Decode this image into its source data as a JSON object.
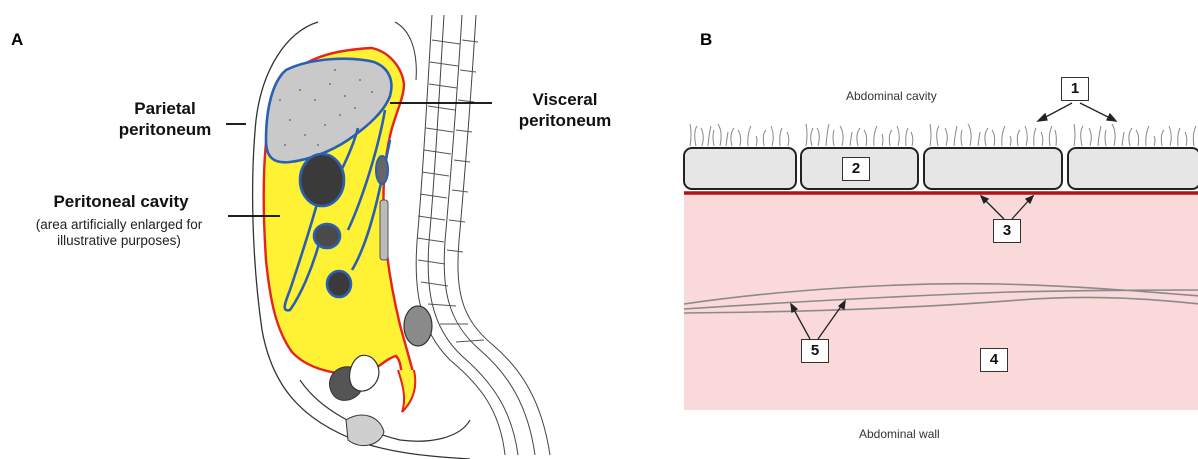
{
  "panel_a": {
    "letter": "A",
    "parietal": "Parietal\nperitoneum",
    "visceral": "Visceral\nperitoneum",
    "cavity_title": "Peritoneal cavity",
    "cavity_note": "(area artificially enlarged for\nillustrative purposes)",
    "colors": {
      "cavity_fill": "#fff234",
      "parietal_line": "#e8221c",
      "visceral_line": "#2b5fb3"
    }
  },
  "panel_b": {
    "letter": "B",
    "top_caption": "Abdominal cavity",
    "bottom_caption": "Abdominal wall",
    "markers": [
      "1",
      "2",
      "3",
      "4",
      "5"
    ],
    "colors": {
      "tissue": "#f9d9d9",
      "membrane": "#b01414",
      "cells": "#e6e6e6"
    }
  }
}
